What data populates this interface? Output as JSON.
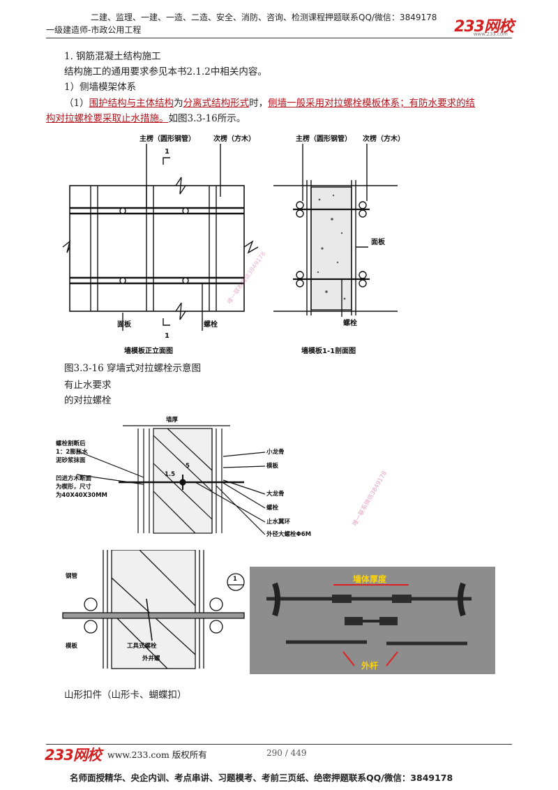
{
  "header": {
    "top_line": "二建、监理、一建、一造、二造、安全、消防、咨询、检测课程押题联系QQ/微信：3849178",
    "subtitle": "一级建造师-市政公用工程",
    "logo": "233网校",
    "logo_url": "www.233.com"
  },
  "content": {
    "heading": "1. 钢筋混凝土结构施工",
    "line2": "结构施工的通用要求参见本书2.1.2中相关内容。",
    "line3": "1）侧墙模架体系",
    "p1_prefix": "（1）",
    "p1_red1": "围护结构与主体结构",
    "p1_plain1": "为",
    "p1_red2": "分离式结构形式",
    "p1_plain2": "时，",
    "p1_red3": "侧墙一般采用对拉螺栓模板体系；有防水要求的结",
    "p1_red4": "构对拉螺栓要采取止水措施。",
    "p1_plain3": "如图3.3-16所示。",
    "fig1_caption": "图3.3-16 穿墙式对拉螺栓示意图",
    "note1": "有止水要求",
    "note2": "的对拉螺栓",
    "last_line": "山形扣件（山形卡、蝴蝶扣）"
  },
  "figure1": {
    "left_labels": {
      "main": "主楞（圆形钢管）",
      "secondary": "次楞（方木）",
      "panel": "面板",
      "bolt": "螺栓",
      "section_mark_top": "1",
      "section_mark_bottom": "1",
      "caption": "墙模板正立面图"
    },
    "right_labels": {
      "main": "主楞（圆形钢管）",
      "secondary": "次楞（方木）",
      "panel": "面板",
      "bolt": "螺栓",
      "caption": "墙模板1-1剖面图"
    }
  },
  "figure2": {
    "wall_thickness": "墙厚",
    "left_note1": "螺栓割断后",
    "left_note2": "1：2膨胀水",
    "left_note3": "泥砂浆抹面",
    "left_note4": "凹进方木断面",
    "left_note5": "为楔形，尺寸",
    "left_note6": "为40X40X30MM",
    "dim1": "5",
    "dim2": "1.5",
    "right_labels": [
      "小龙骨",
      "模板",
      "大龙骨",
      "螺栓",
      "止水翼环",
      "外径大螺栓Φ6M"
    ]
  },
  "figure3": {
    "steel_pipe": "钢管",
    "formwork": "模板",
    "tool_bolt": "工具式螺栓",
    "outer_cone": "外井螺",
    "circle_mark": "1"
  },
  "photo": {
    "wall_thickness": "墙体厚度",
    "outer_rod": "外杆"
  },
  "watermarks": [
    "唯一联系微信3849178",
    "唯一联系微信3849178"
  ],
  "footer": {
    "logo": "233网校",
    "site": "www.233.com 版权所有",
    "page": "290 / 449",
    "line": "名师面授精华、央企内训、考点串讲、习题模考、考前三页纸、绝密押题联系QQ/微信：3849178"
  }
}
